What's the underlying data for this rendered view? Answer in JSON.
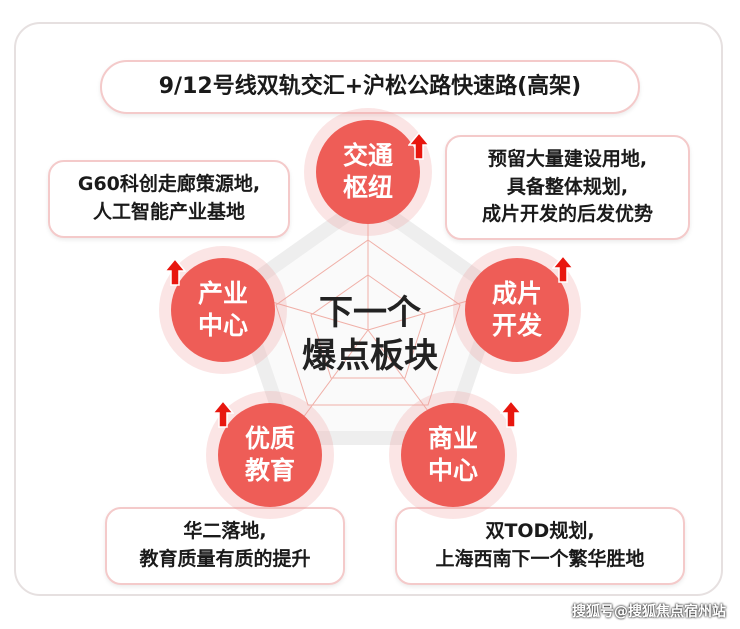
{
  "banner": "9/12号线双轨交汇+沪松公路快速路(高架)",
  "center": {
    "line1": "下一个",
    "line2": "爆点板块"
  },
  "nodes": [
    {
      "line1": "交通",
      "line2": "枢纽"
    },
    {
      "line1": "产业",
      "line2": "中心"
    },
    {
      "line1": "成片",
      "line2": "开发"
    },
    {
      "line1": "优质",
      "line2": "教育"
    },
    {
      "line1": "商业",
      "line2": "中心"
    }
  ],
  "boxes": {
    "industry": [
      "G60科创走廊策源地,",
      "人工智能产业基地"
    ],
    "develop": [
      "预留大量建设用地,",
      "具备整体规划,",
      "成片开发的后发优势"
    ],
    "education": [
      "华二落地,",
      "教育质量有质的提升"
    ],
    "commerce": [
      "双TOD规划,",
      "上海西南下一个繁华胜地"
    ]
  },
  "watermark": "搜狐号@搜狐焦点宿州站",
  "colors": {
    "accent": "#ee5d57",
    "arrow": "#e8170f"
  }
}
